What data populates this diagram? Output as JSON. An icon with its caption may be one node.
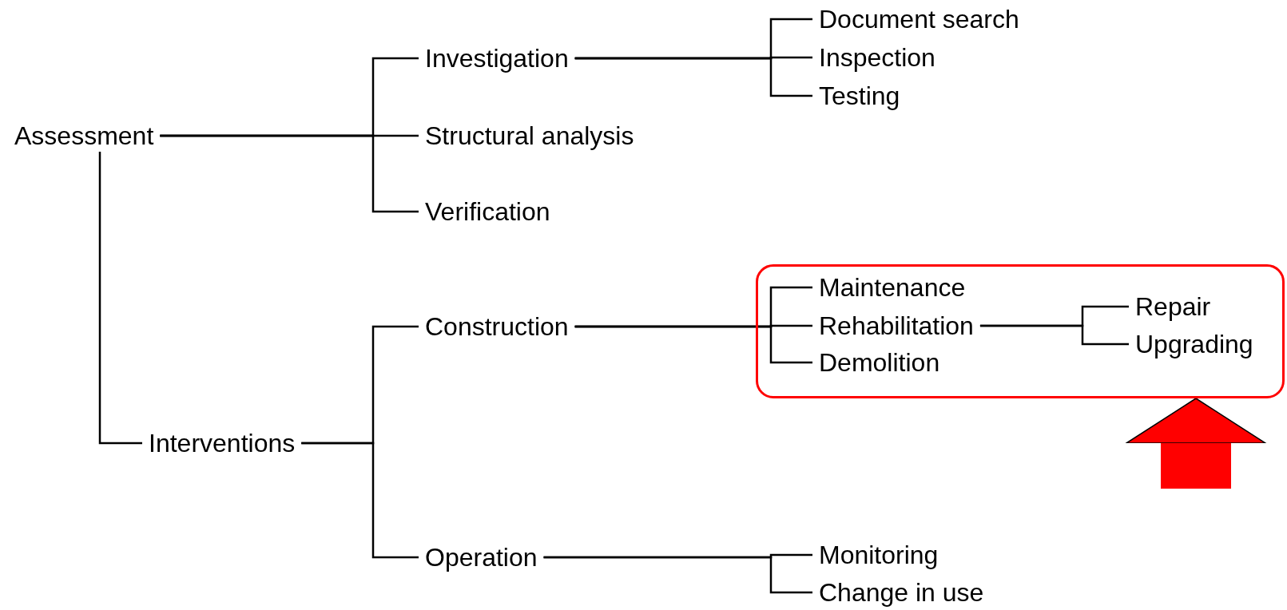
{
  "diagram": {
    "nodes": [
      {
        "text": [
          "Assessment"
        ]
      },
      {
        "text": [
          "Investigation"
        ]
      },
      {
        "text": [
          "Document search"
        ]
      },
      {
        "text": [
          "Inspection"
        ]
      },
      {
        "text": [
          "Testing"
        ]
      },
      {
        "text": [
          "Structural analysis"
        ]
      },
      {
        "text": [
          "Verification"
        ]
      },
      {
        "text": [
          "Interventions"
        ]
      },
      {
        "text": [
          "Construction"
        ]
      },
      {
        "text": [],
        "shape": "box"
      },
      {
        "text": [
          "Maintenance"
        ],
        "in": 9
      },
      {
        "text": [
          "Rehabilitation"
        ],
        "in": 9
      },
      {
        "text": [
          "Demolition"
        ],
        "in": 9
      },
      {
        "text": [
          "Repair"
        ],
        "in": 9
      },
      {
        "text": [
          "Upgrading"
        ],
        "in": 9
      },
      {
        "text": [
          "Operation"
        ]
      },
      {
        "text": [
          "Monitoring"
        ]
      },
      {
        "text": [
          "Change in use"
        ]
      }
    ],
    "edges": [
      {
        "from": 0,
        "to": 1,
        "arrow": "none"
      },
      {
        "from": 0,
        "to": 5,
        "arrow": "none"
      },
      {
        "from": 0,
        "to": 6,
        "arrow": "none"
      },
      {
        "from": 0,
        "to": 7,
        "arrow": "none"
      },
      {
        "from": 1,
        "to": 2,
        "arrow": "none"
      },
      {
        "from": 1,
        "to": 3,
        "arrow": "none"
      },
      {
        "from": 1,
        "to": 4,
        "arrow": "none"
      },
      {
        "from": 7,
        "to": 8,
        "arrow": "none"
      },
      {
        "from": 7,
        "to": 15,
        "arrow": "none"
      },
      {
        "from": 8,
        "to": 10,
        "arrow": "none"
      },
      {
        "from": 8,
        "to": 11,
        "arrow": "none"
      },
      {
        "from": 8,
        "to": 12,
        "arrow": "none"
      },
      {
        "from": 11,
        "to": 13,
        "arrow": "none"
      },
      {
        "from": 11,
        "to": 14,
        "arrow": "none"
      },
      {
        "from": 15,
        "to": 16,
        "arrow": "none"
      },
      {
        "from": 15,
        "to": 17,
        "arrow": "none"
      },
      {
        "from": null,
        "to": 9,
        "arrow": "to",
        "style": "thick",
        "color": "#ff0000"
      }
    ]
  }
}
